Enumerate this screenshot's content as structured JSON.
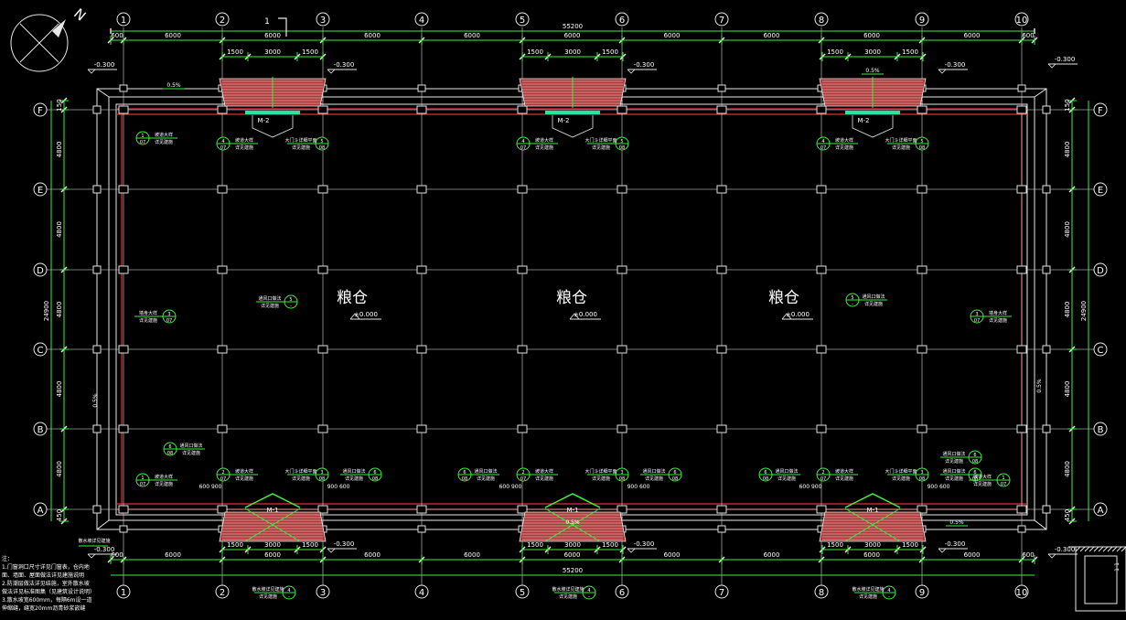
{
  "drawing": {
    "room_label": "粮仓",
    "floor_level": "±0.000",
    "section_mark": "1",
    "north_letter": "N",
    "axis_cols": [
      "1",
      "2",
      "3",
      "4",
      "5",
      "6",
      "7",
      "8",
      "9",
      "10"
    ],
    "axis_rows": [
      "A",
      "B",
      "C",
      "D",
      "E",
      "F"
    ],
    "top_total": "55200",
    "bottom_total": "55200",
    "top_spans": [
      "600",
      "6000",
      "6000",
      "6000",
      "6000",
      "6000",
      "6000",
      "6000",
      "6000",
      "6000",
      "600"
    ],
    "bottom_spans": [
      "600",
      "6000",
      "6000",
      "6000",
      "6000",
      "6000",
      "6000",
      "6000",
      "6000",
      "6000",
      "600"
    ],
    "door_top_spans": [
      "1500",
      "3000",
      "1500"
    ],
    "door_bottom_spans": [
      "1500",
      "3000",
      "1500"
    ],
    "left_spans": [
      "150",
      "4800",
      "4800",
      "4800",
      "4800",
      "4800",
      "450"
    ],
    "right_spans": [
      "150",
      "4800",
      "4800",
      "4800",
      "4800",
      "4800",
      "450"
    ],
    "left_total": "24900",
    "right_total": "24900",
    "door_top": "M-2",
    "door_bottom": "M-1",
    "elev_outside": "-0.300",
    "elev_right_top": "-0.300",
    "slope": "0.5%",
    "note_ref_a": "03",
    "window_dims": [
      "600",
      "900",
      "900",
      "600"
    ],
    "bottom_left_label": "散水坡详见建施",
    "notes_title": "说明",
    "notes": [
      "注：",
      "1.门窗洞口尺寸详见门窗表，仓内地",
      "面、墙面、屋面做法详见建施说明",
      "2.防潮层做法详见结施，室外散水坡",
      "做法详见标准图集（见建筑设计说明）",
      "3.散水坡宽600mm，每隔6m设一道",
      "伸缩缝，缝宽20mm沥青砂浆嵌缝"
    ],
    "callouts": {
      "ramp": "坡道大样",
      "ramp_sub": "详见建施",
      "door_plan": "大门斗详细平面",
      "vent": "通风口做法",
      "ventdetail": "详见建施",
      "wall": "墙身大样",
      "slope_detail": "散水坡详见建施"
    }
  }
}
